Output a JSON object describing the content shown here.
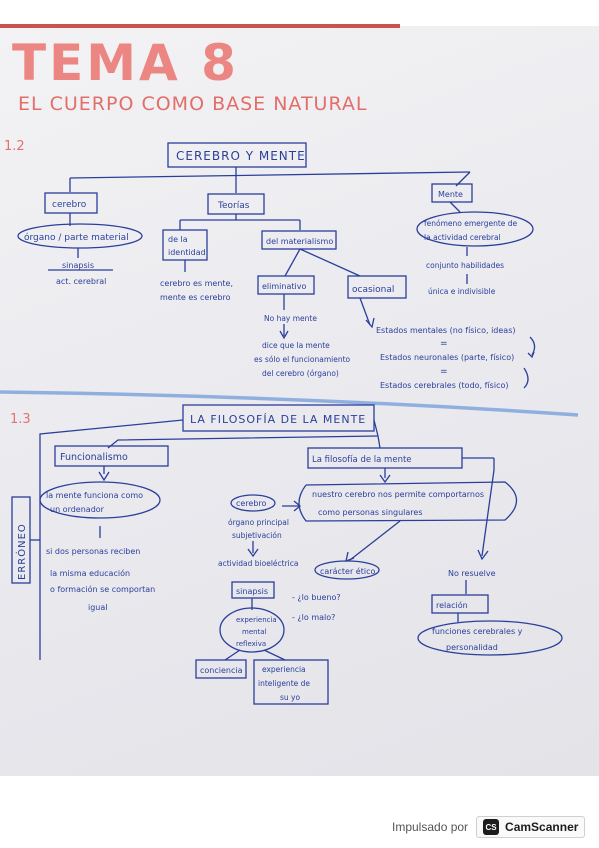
{
  "header": {
    "tema": "TEMA 8",
    "subtitle": "EL CUERPO COMO BASE NATURAL"
  },
  "section1": {
    "number": "1.2",
    "root": "CEREBRO Y MENTE",
    "cerebro": "cerebro",
    "organo": "órgano / parte material",
    "sinapsis": "sinapsis",
    "act_cerebral": "act. cerebral",
    "teorias": "Teorías",
    "de_la_identidad": [
      "de la",
      "identidad"
    ],
    "cerebro_es_mente": [
      "cerebro es mente,",
      "mente es cerebro"
    ],
    "del_materialismo": "del materialismo",
    "eliminativo": "eliminativo",
    "no_hay_mente": "No hay mente",
    "dice": [
      "dice que la mente",
      "es sólo el funcionamiento",
      "del cerebro (órgano)"
    ],
    "ocasional": "ocasional",
    "estados": [
      "Estados mentales (no físico, ideas)",
      "Estados neuronales (parte, físico)",
      "Estados cerebrales (todo, físico)"
    ],
    "equals": [
      "=",
      "="
    ],
    "mente": "Mente",
    "fenomeno": [
      "fenómeno emergente de",
      "la actividad cerebral"
    ],
    "conjunto": "conjunto habilidades",
    "unica": "única e indivisible"
  },
  "section2": {
    "number": "1.3",
    "root": "LA FILOSOFÍA DE LA MENTE",
    "funcionalismo": "Funcionalismo",
    "erroneo": "ERRÓNEO",
    "ordenador": [
      "la mente funciona como",
      "un ordenador"
    ],
    "si_dos": [
      "si dos personas reciben",
      "la misma educación",
      "o formación se comportan",
      "igual"
    ],
    "filosofia_mente": "La filosofía de la mente",
    "nuestro_cerebro": [
      "nuestro cerebro nos permite comportarnos",
      "como personas singulares"
    ],
    "cerebro2": "cerebro",
    "organo_principal": [
      "órgano principal",
      "subjetivación"
    ],
    "actividad_bioelectrica": "actividad bioeléctrica",
    "sinapsis2": "sinapsis",
    "experiencia_mental": [
      "experiencia",
      "mental",
      "reflexiva"
    ],
    "conciencia": "conciencia",
    "experiencia_intel": [
      "experiencia",
      "inteligente de",
      "su yo"
    ],
    "caracter_etico": "carácter ético",
    "bueno": "- ¿lo bueno?",
    "malo": "- ¿lo malo?",
    "no_resuelve": "No resuelve",
    "relacion": "relación",
    "funciones": [
      "funciones cerebrales y",
      "personalidad"
    ]
  },
  "footer": {
    "impulsado": "Impulsado por",
    "cs": "CS",
    "brand": "CamScanner"
  }
}
